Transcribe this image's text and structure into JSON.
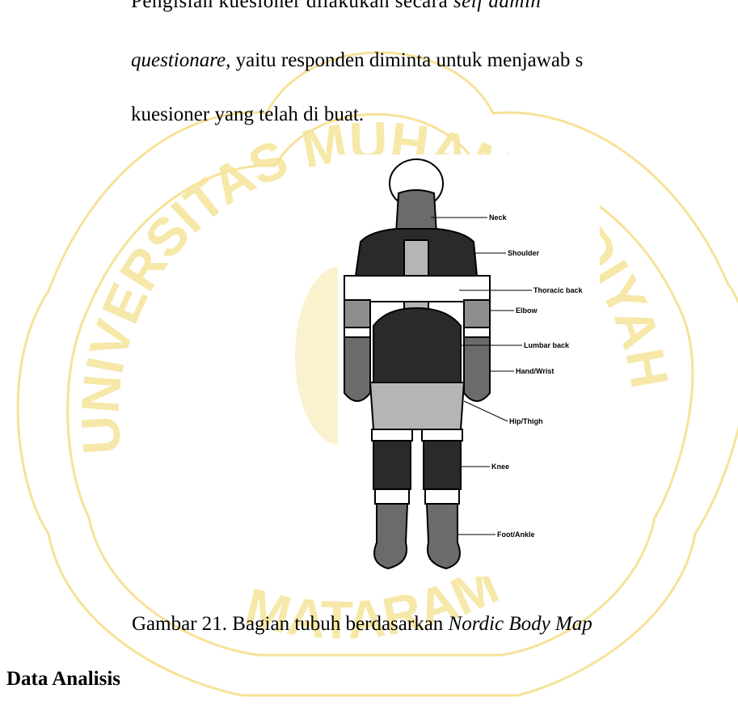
{
  "paragraph": {
    "line1_start": "Pengisian kuesioner dilakukan secara",
    "line1_italic": "self admin",
    "line2_italic": "questionare,",
    "line2_text": " yaitu responden diminta untuk menjawab s",
    "line3_text": "kuesioner yang telah di buat."
  },
  "figure": {
    "labels": [
      "Neck",
      "Shoulder",
      "Thoracic back",
      "Elbow",
      "Lumbar back",
      "Hand/Wrist",
      "Hip/Thigh",
      "Knee",
      "Foot/Ankle"
    ]
  },
  "caption": {
    "prefix": "Gambar 21. Bagian tubuh berdasarkan ",
    "italic": "Nordic Body Map"
  },
  "heading": "Data Analisis",
  "watermark": {
    "text_top": "UNIVERSITAS MUHAMMADIYAH",
    "text_bottom": "MATARAM",
    "color": "#f5e49a"
  }
}
